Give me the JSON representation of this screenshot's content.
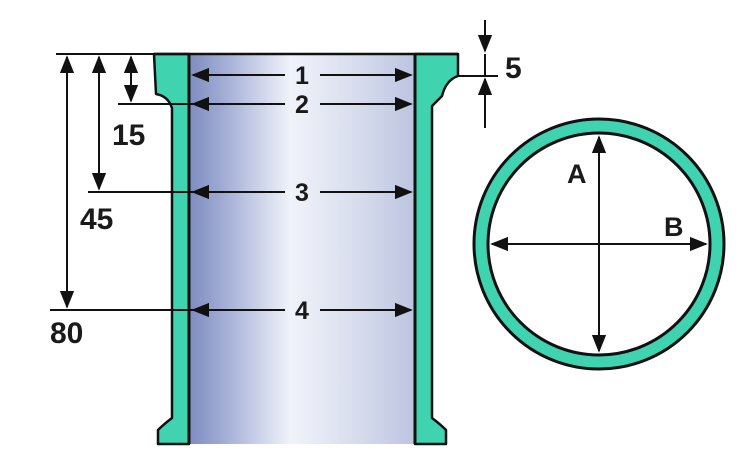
{
  "colors": {
    "wall": "#3fd3b0",
    "outline": "#111111",
    "bore_dark": "#8a98c6",
    "bore_light": "#eef1f9",
    "background": "#ffffff"
  },
  "measurement_planes": [
    {
      "label": "1"
    },
    {
      "label": "2"
    },
    {
      "label": "3"
    },
    {
      "label": "4"
    }
  ],
  "depth_dimensions": [
    {
      "label": "15"
    },
    {
      "label": "45"
    },
    {
      "label": "80"
    }
  ],
  "flange_dimension": {
    "label": "5"
  },
  "cross_section": {
    "axis_a_label": "A",
    "axis_b_label": "B"
  }
}
